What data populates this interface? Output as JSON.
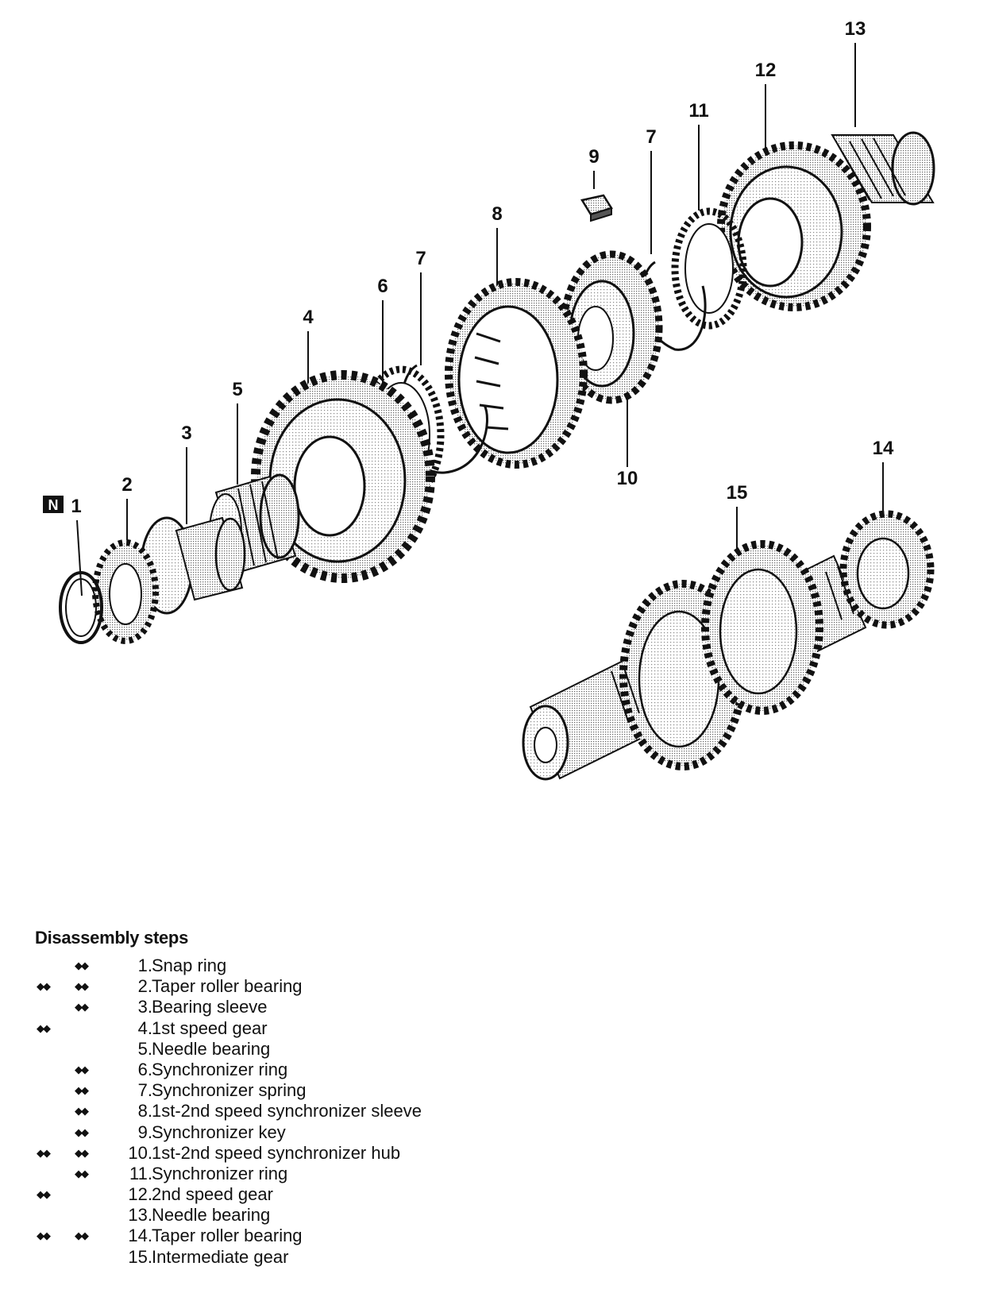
{
  "diagram": {
    "n_mark": "N",
    "callouts": [
      {
        "id": "1",
        "label": "1"
      },
      {
        "id": "2",
        "label": "2"
      },
      {
        "id": "3",
        "label": "3"
      },
      {
        "id": "4",
        "label": "4"
      },
      {
        "id": "5",
        "label": "5"
      },
      {
        "id": "6",
        "label": "6"
      },
      {
        "id": "7a",
        "label": "7"
      },
      {
        "id": "8",
        "label": "8"
      },
      {
        "id": "9",
        "label": "9"
      },
      {
        "id": "7b",
        "label": "7"
      },
      {
        "id": "10",
        "label": "10"
      },
      {
        "id": "11",
        "label": "11"
      },
      {
        "id": "12",
        "label": "12"
      },
      {
        "id": "13",
        "label": "13"
      },
      {
        "id": "14",
        "label": "14"
      },
      {
        "id": "15",
        "label": "15"
      }
    ]
  },
  "steps": {
    "title": "Disassembly steps",
    "items": [
      {
        "num": "1.",
        "label": "Snap ring",
        "mark1": "",
        "mark2": "◆◆"
      },
      {
        "num": "2.",
        "label": "Taper roller bearing",
        "mark1": "◆◆",
        "mark2": "◆◆"
      },
      {
        "num": "3.",
        "label": "Bearing sleeve",
        "mark1": "",
        "mark2": "◆◆"
      },
      {
        "num": "4.",
        "label": "1st speed gear",
        "mark1": "◆◆",
        "mark2": ""
      },
      {
        "num": "5.",
        "label": "Needle bearing",
        "mark1": "",
        "mark2": ""
      },
      {
        "num": "6.",
        "label": "Synchronizer ring",
        "mark1": "",
        "mark2": "◆◆"
      },
      {
        "num": "7.",
        "label": "Synchronizer spring",
        "mark1": "",
        "mark2": "◆◆"
      },
      {
        "num": "8.",
        "label": "1st-2nd speed synchronizer sleeve",
        "mark1": "",
        "mark2": "◆◆"
      },
      {
        "num": "9.",
        "label": "Synchronizer key",
        "mark1": "",
        "mark2": "◆◆"
      },
      {
        "num": "10.",
        "label": "1st-2nd speed synchronizer hub",
        "mark1": "◆◆",
        "mark2": "◆◆"
      },
      {
        "num": "11.",
        "label": "Synchronizer ring",
        "mark1": "",
        "mark2": "◆◆"
      },
      {
        "num": "12.",
        "label": "2nd speed gear",
        "mark1": "◆◆",
        "mark2": ""
      },
      {
        "num": "13.",
        "label": "Needle bearing",
        "mark1": "",
        "mark2": ""
      },
      {
        "num": "14.",
        "label": "Taper roller bearing",
        "mark1": "◆◆",
        "mark2": "◆◆"
      },
      {
        "num": "15.",
        "label": "Intermediate gear",
        "mark1": "",
        "mark2": ""
      }
    ]
  }
}
